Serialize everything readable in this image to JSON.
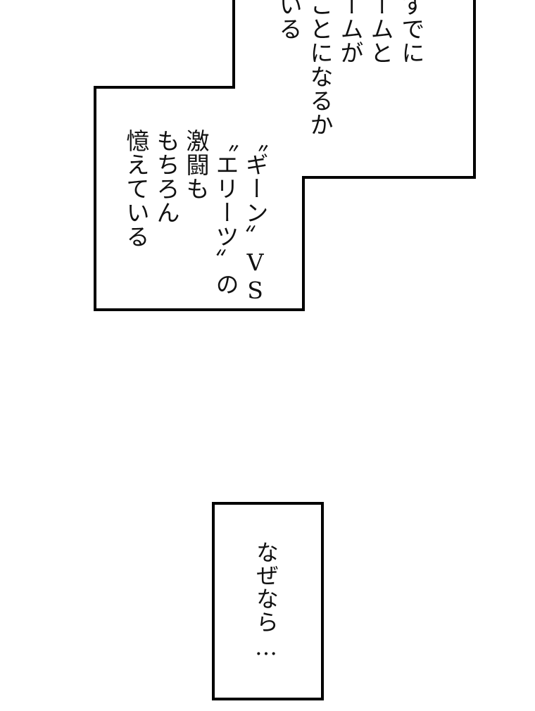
{
  "panel": {
    "background": "#ffffff",
    "border_color": "#000000"
  },
  "caption_top": {
    "lines": [
      "すでに",
      "ームと",
      "ームが",
      "ことになるか",
      "いる"
    ]
  },
  "caption_middle": {
    "lines": [
      "〝ギーン〟VS",
      "〝エリーツ〟の",
      "激闘も",
      "もちろん",
      "憶えている"
    ]
  },
  "caption_bottom": {
    "text": "なぜなら…"
  }
}
